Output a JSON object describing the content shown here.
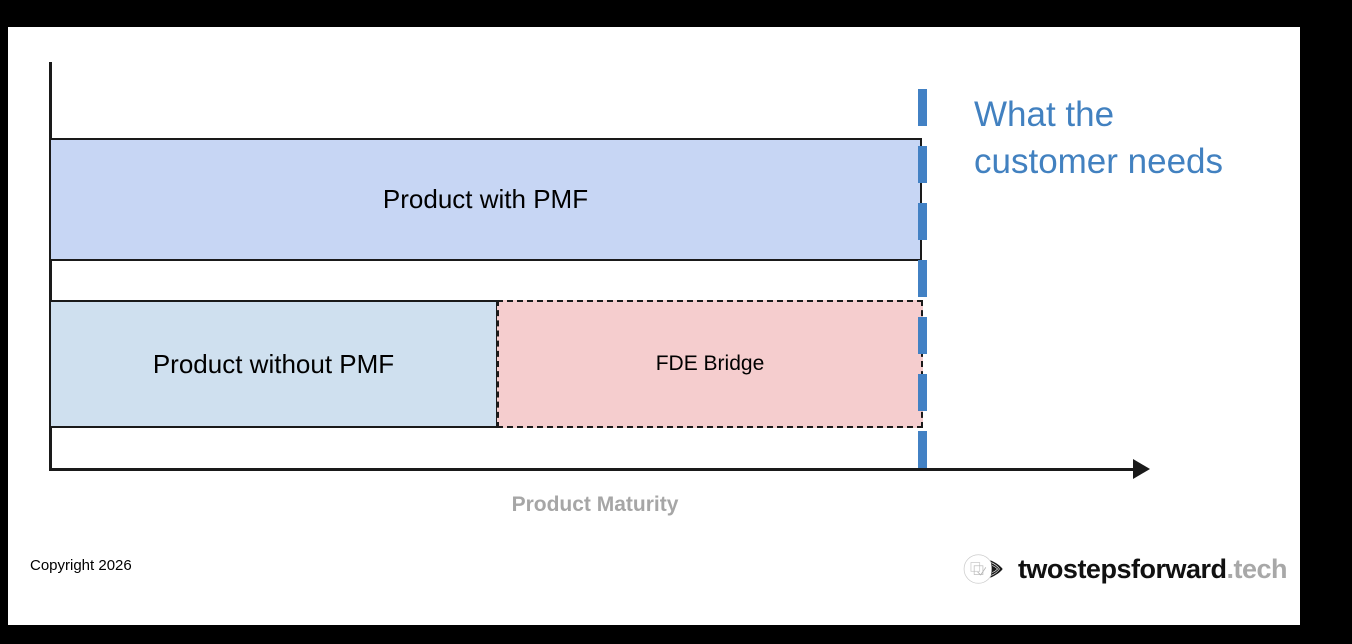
{
  "slide": {
    "chart": {
      "axis_x_title": "Product Maturity",
      "bars": [
        {
          "id": "product-with-pmf",
          "label": "Product with PMF",
          "fill": "#c7d6f4",
          "border_style": "solid"
        },
        {
          "id": "product-without-pmf",
          "label": "Product without PMF",
          "fill": "#cfe0ef",
          "border_style": "solid"
        },
        {
          "id": "fde-bridge",
          "label": "FDE Bridge",
          "fill": "#f5cdce",
          "border_style": "dashed"
        }
      ],
      "marker": {
        "name": "what-the-customer-needs-line",
        "color": "#4281c4",
        "annotation_line_1": "What the",
        "annotation_line_2": "customer needs"
      }
    },
    "footer": {
      "copyright": "Copyright 2026",
      "brand_name": "twostepsforward",
      "brand_tld": ".tech",
      "brand_icon": "lightbulb-icon"
    }
  },
  "chart_data": {
    "type": "bar",
    "title": "",
    "xlabel": "Product Maturity",
    "ylabel": "",
    "orientation": "horizontal",
    "xlim": [
      0,
      100
    ],
    "grid": false,
    "legend": null,
    "categories": [
      "Product with PMF",
      "Product without PMF"
    ],
    "series": [
      {
        "name": "Product",
        "values": [
          80,
          41
        ],
        "labels": [
          "Product with PMF",
          "Product without PMF"
        ],
        "color": "#c7d6f4"
      },
      {
        "name": "FDE Bridge",
        "values": [
          0,
          39
        ],
        "labels": [
          "",
          "FDE Bridge"
        ],
        "color": "#f5cdce"
      }
    ],
    "annotations": [
      {
        "type": "vline",
        "x": 80,
        "label": "What the customer needs",
        "color": "#4281c4",
        "linestyle": "dashed"
      }
    ]
  }
}
